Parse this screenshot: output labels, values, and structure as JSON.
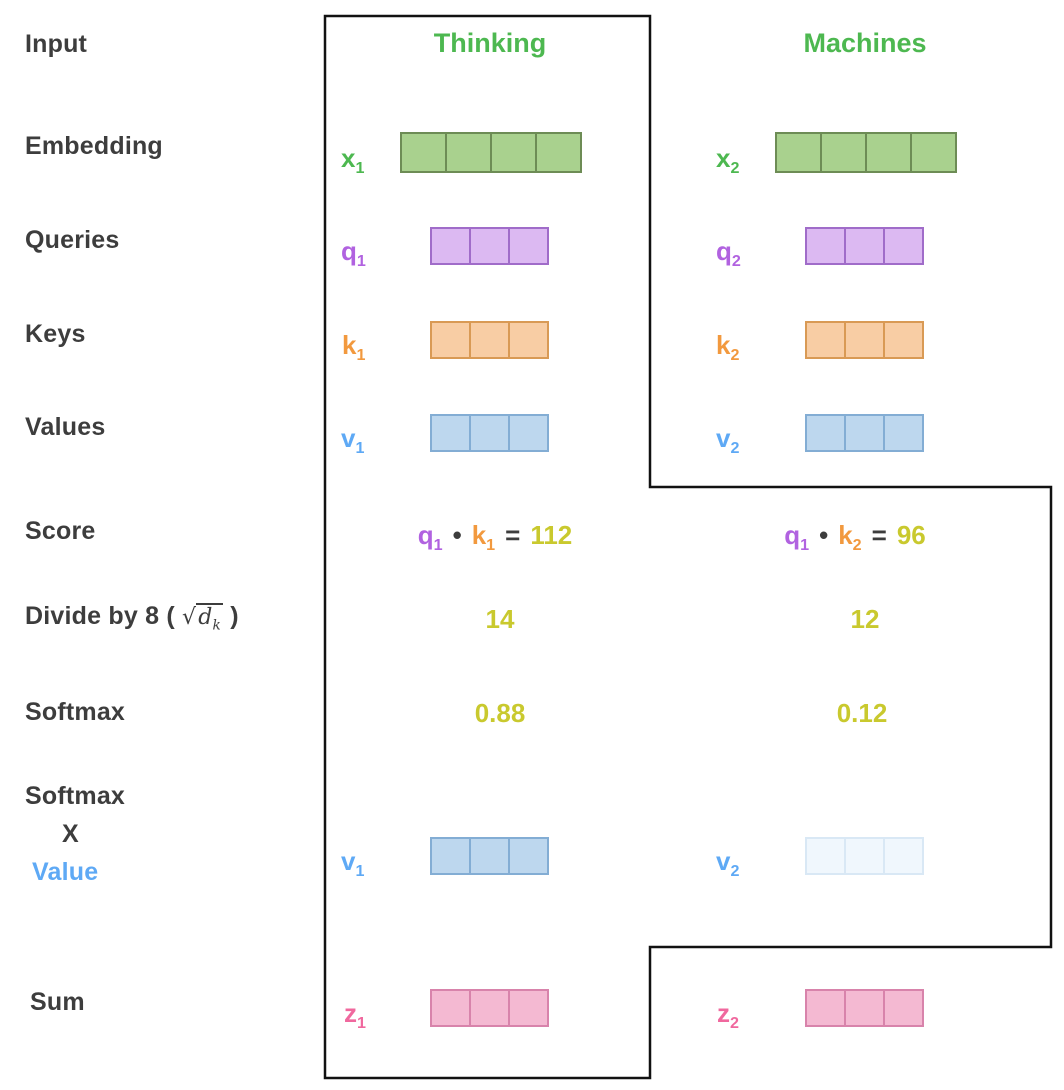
{
  "row_labels": {
    "input": "Input",
    "embedding": "Embedding",
    "queries": "Queries",
    "keys": "Keys",
    "values": "Values",
    "score": "Score",
    "divide_prefix": "Divide by 8 (",
    "divide_sqrt": "√",
    "divide_rad": "d",
    "divide_sub": "k",
    "divide_suffix": ")",
    "softmax": "Softmax",
    "sxv_line1": "Softmax",
    "sxv_line2": "X",
    "sxv_line3": "Value",
    "sum": "Sum"
  },
  "thinking": {
    "title": "Thinking",
    "x_base": "x",
    "x_sub": "1",
    "q_base": "q",
    "q_sub": "1",
    "k_base": "k",
    "k_sub": "1",
    "v_base": "v",
    "v_sub": "1",
    "score_q_base": "q",
    "score_q_sub": "1",
    "score_dot": "•",
    "score_k_base": "k",
    "score_k_sub": "1",
    "score_eq": "=",
    "score_value": "112",
    "divide_value": "14",
    "softmax_value": "0.88",
    "wv_base": "v",
    "wv_sub": "1",
    "z_base": "z",
    "z_sub": "1"
  },
  "machines": {
    "title": "Machines",
    "x_base": "x",
    "x_sub": "2",
    "q_base": "q",
    "q_sub": "2",
    "k_base": "k",
    "k_sub": "2",
    "v_base": "v",
    "v_sub": "2",
    "score_q_base": "q",
    "score_q_sub": "1",
    "score_dot": "•",
    "score_k_base": "k",
    "score_k_sub": "2",
    "score_eq": "=",
    "score_value": "96",
    "divide_value": "12",
    "softmax_value": "0.12",
    "wv_base": "v",
    "wv_sub": "2",
    "z_base": "z",
    "z_sub": "2"
  },
  "colors": {
    "green": "#4db850",
    "purple": "#b162e0",
    "orange": "#f2993e",
    "blue": "#5ea9f5",
    "pink": "#f0689e",
    "yellow": "#c9c92e",
    "text": "#3d3d3d",
    "green_fill": "#a9d18e",
    "purple_fill": "#dcb9f2",
    "orange_fill": "#f8cda4",
    "blue_fill": "#bdd7ee",
    "blue_faint_fill": "#f0f7fd",
    "pink_fill": "#f4b9d2",
    "outline": "#111111"
  }
}
